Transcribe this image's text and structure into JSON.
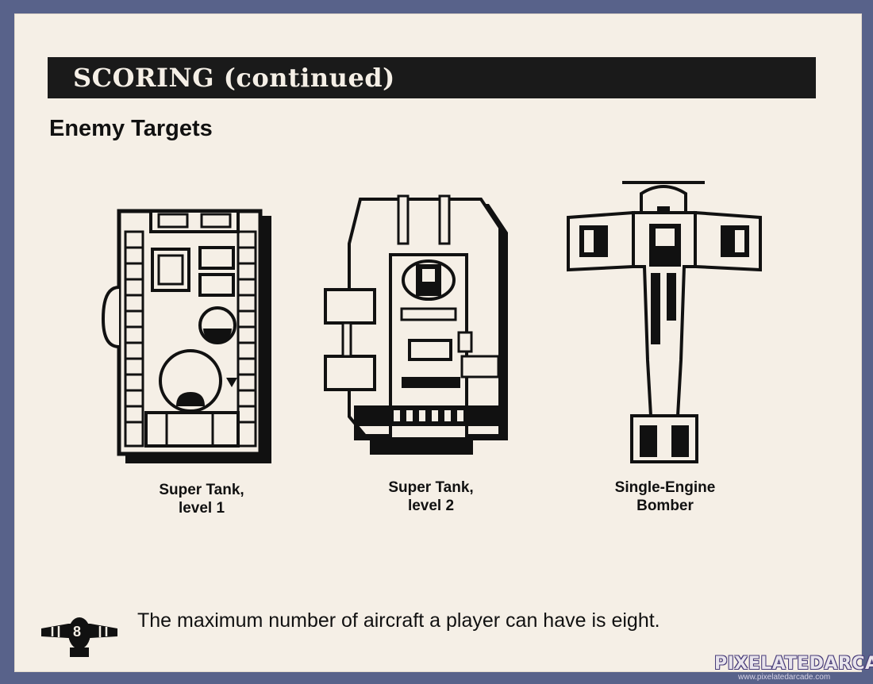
{
  "header": {
    "title": "SCORING (continued)"
  },
  "section": {
    "title": "Enemy Targets"
  },
  "targets": [
    {
      "line1": "Super Tank,",
      "line2": "level 1",
      "icon": "super-tank-level-1-icon"
    },
    {
      "line1": "Super Tank,",
      "line2": "level 2",
      "icon": "super-tank-level-2-icon"
    },
    {
      "line1": "Single-Engine",
      "line2": "Bomber",
      "icon": "single-engine-bomber-icon"
    }
  ],
  "footer": {
    "page_number": "8",
    "text": "The maximum number of aircraft a player can have is eight."
  },
  "watermark": {
    "brand": "PIXELATEDARCADE",
    "url": "www.pixelatedarcade.com"
  },
  "colors": {
    "page": "#f5efe6",
    "ink": "#111111",
    "background": "#58628a"
  }
}
